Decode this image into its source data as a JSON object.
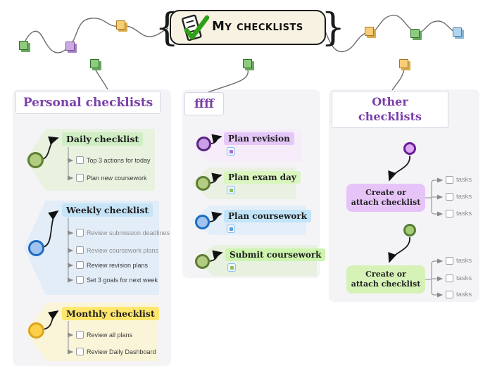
{
  "app": {
    "title": "My checklists"
  },
  "colors": {
    "header_text": "#7b3fa9",
    "square_green": "#8ecb7e",
    "square_purple": "#cbaae3",
    "square_orange": "#f7cd77",
    "square_blue": "#aed5ef",
    "daily_highlight": "#cfeec3",
    "weekly_highlight": "#c6e4f8",
    "monthly_highlight": "#ffe76e",
    "revision_highlight": "#e5c8f9",
    "exam_highlight": "#d9f6bf",
    "coursework_highlight": "#c2e4f9",
    "submit_highlight": "#cdf5ae"
  },
  "personal": {
    "header": "Personal checklists",
    "groups": [
      {
        "title": "Daily checklist",
        "items": [
          "Top 3 actions for today",
          "Plan new coursework"
        ]
      },
      {
        "title": "Weekly checklist",
        "items": [
          "Review submission deadlines",
          "Review coursework plans",
          "Review revision plans",
          "Set 3 goals for next week"
        ]
      },
      {
        "title": "Monthly checklist",
        "items": [
          "Review all plans",
          "Review Daily Dashboard"
        ]
      }
    ]
  },
  "middle": {
    "header": "ffff",
    "tags": [
      {
        "title": "Plan revision"
      },
      {
        "title": "Plan exam day"
      },
      {
        "title": "Plan coursework"
      },
      {
        "title": "Submit coursework"
      }
    ]
  },
  "other": {
    "header": "Other checklists",
    "boxes": [
      {
        "label": "Create or attach checklist",
        "tasks": [
          "tasks",
          "tasks",
          "tasks"
        ]
      },
      {
        "label": "Create or attach checklist",
        "tasks": [
          "tasks",
          "tasks",
          "tasks"
        ]
      }
    ]
  }
}
